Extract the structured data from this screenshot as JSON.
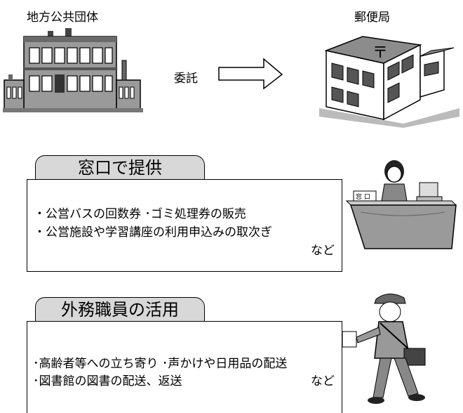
{
  "top": {
    "left_label": "地方公共団体",
    "right_label": "郵便局",
    "arrow_label": "委託",
    "post_mark": "〒"
  },
  "section1": {
    "tab_title": "窓口で提供",
    "line1": "・公営バスの回数券 ･ゴミ処理券の販売",
    "line2": "・公営施設や学習講座の利用申込みの取次ぎ",
    "etc": "など",
    "counter_sign": "窓 口"
  },
  "section2": {
    "tab_title": "外務職員の活用",
    "line1": "･高齢者等への立ち寄り ･声かけや日用品の配送",
    "line2": "･図書館の図書の配送、返送",
    "etc": "など"
  }
}
